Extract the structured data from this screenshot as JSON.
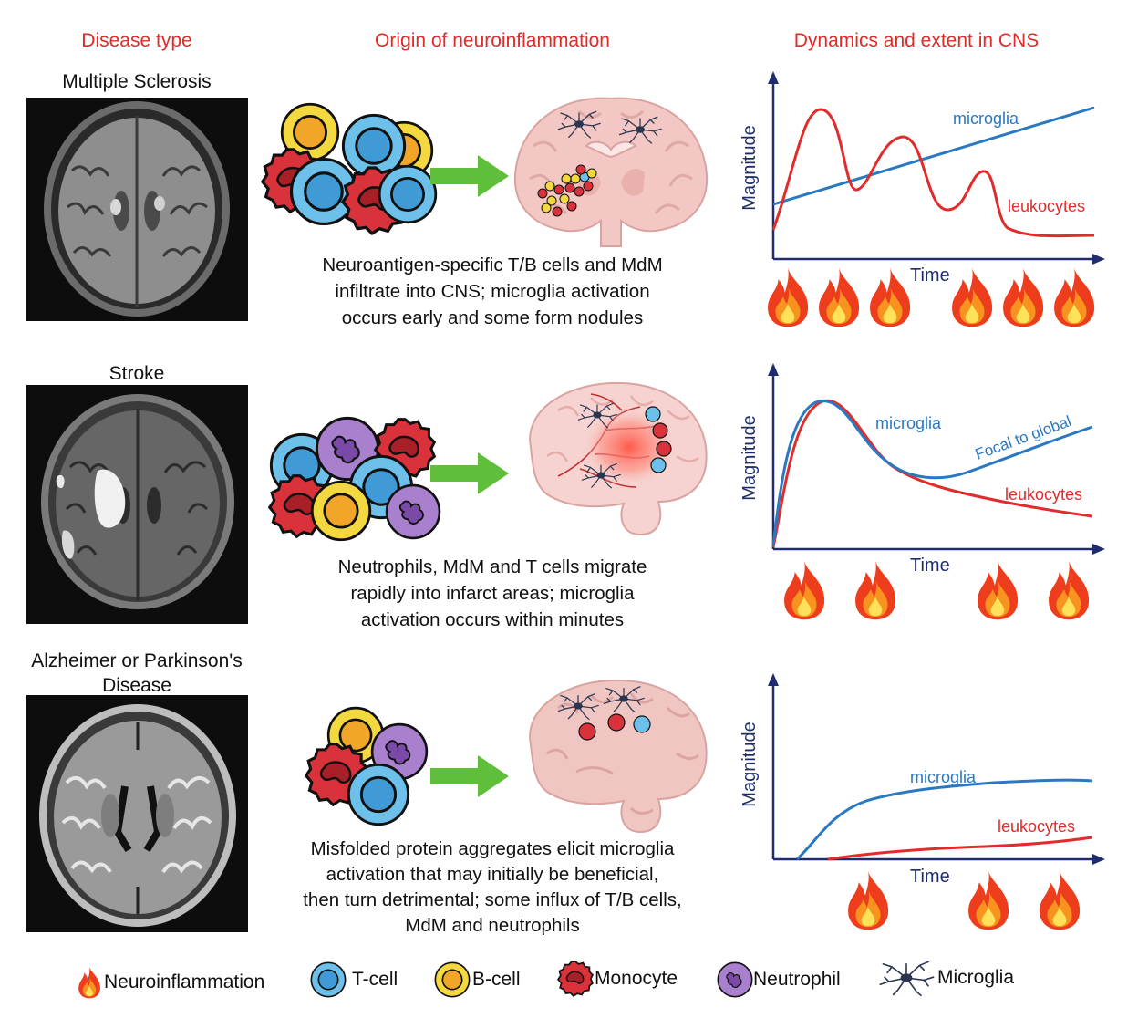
{
  "headers": {
    "disease_type": "Disease type",
    "origin": "Origin of neuroinflammation",
    "dynamics": "Dynamics and extent in CNS"
  },
  "rows": [
    {
      "disease": "Multiple Sclerosis",
      "description": [
        "Neuroantigen-specific T/B cells and MdM",
        "infiltrate into CNS; microglia activation",
        "occurs early and some form nodules"
      ],
      "graph": {
        "ylabel": "Magnitude",
        "xlabel": "Time",
        "microglia_label": "microglia",
        "leukocytes_label": "leukocytes",
        "flames": 6
      }
    },
    {
      "disease": "Stroke",
      "description": [
        "Neutrophils, MdM and T cells migrate",
        "rapidly into infarct areas; microglia",
        "activation occurs within minutes"
      ],
      "graph": {
        "ylabel": "Magnitude",
        "xlabel": "Time",
        "microglia_label": "microglia",
        "leukocytes_label": "leukocytes",
        "annotation": "Focal to global",
        "flames": 4
      }
    },
    {
      "disease_line1": "Alzheimer or Parkinson's",
      "disease_line2": "Disease",
      "description": [
        "Misfolded protein aggregates elicit microglia",
        "activation that may initially be beneficial,",
        "then turn detrimental; some influx of T/B cells,",
        "MdM and neutrophils"
      ],
      "graph": {
        "ylabel": "Magnitude",
        "xlabel": "Time",
        "microglia_label": "microglia",
        "leukocytes_label": "leukocytes",
        "flames": 3
      }
    }
  ],
  "legend": {
    "neuroinflammation": "Neuroinflammation",
    "tcell": "T-cell",
    "bcell": "B-cell",
    "monocyte": "Monocyte",
    "neutrophil": "Neutrophil",
    "microglia": "Microglia"
  },
  "colors": {
    "header_red": "#e32a2a",
    "microglia_blue": "#2a78c2",
    "leukocyte_red": "#e22b2b",
    "axis_navy": "#1f2d6e",
    "arrow_green": "#5fbf3a",
    "tcell": "#5fb6e3",
    "bcell": "#f2d43a",
    "monocyte": "#d9323a",
    "neutrophil": "#9a6bc0"
  }
}
